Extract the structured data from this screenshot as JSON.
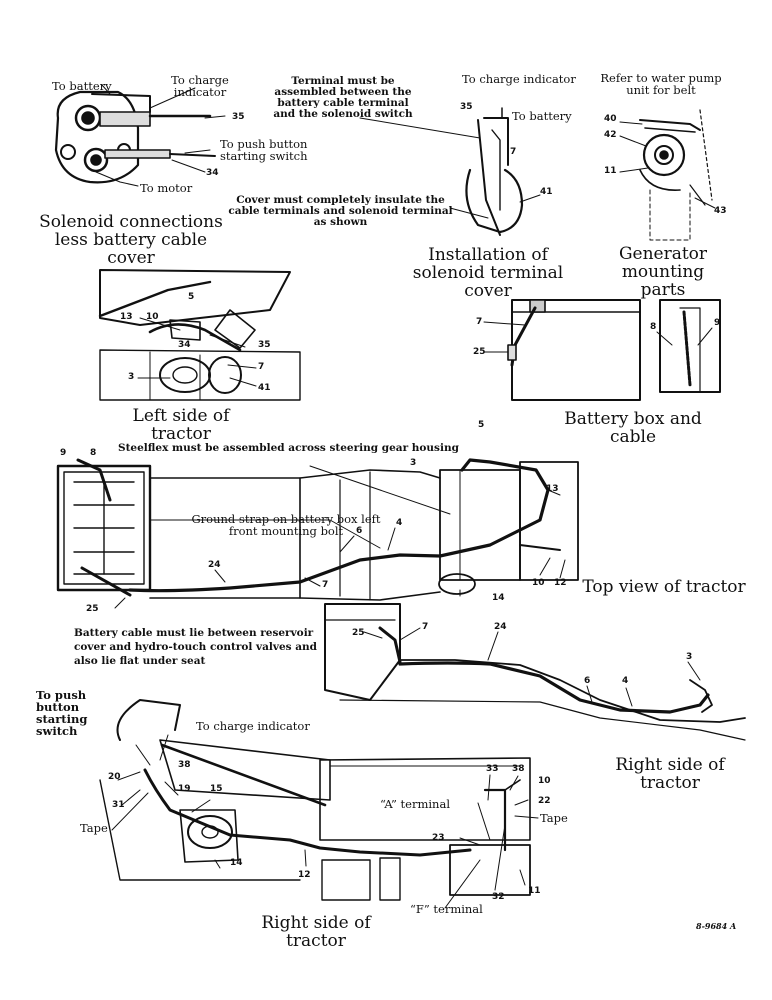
{
  "captions": {
    "solenoid_connections": "Solenoid connections less battery cable cover",
    "installation_cover": "Installation of solenoid terminal cover",
    "generator_parts": "Generator mounting parts",
    "left_side": "Left side of tractor",
    "battery_box": "Battery box and cable",
    "top_view": "Top view of tractor",
    "right_side_1": "Right side of tractor",
    "right_side_2": "Right side of tractor",
    "figure_code": "8-9684 A"
  },
  "labels": {
    "to_battery_1": "To battery",
    "to_charge_indicator_1": "To charge indicator",
    "to_push_button_1": "To push button starting switch",
    "to_motor": "To motor",
    "terminal_note": "Terminal must be assembled between the battery cable terminal and the solenoid switch",
    "to_charge_indicator_2": "To charge indicator",
    "to_battery_2": "To battery",
    "cover_note": "Cover must completely insulate the cable terminals and solenoid terminal as shown",
    "water_pump_note": "Refer to water pump unit for belt",
    "steelflex_note": "Steelflex must be assembled across steering gear housing",
    "ground_strap_note": "Ground strap on battery box left front mounting bolt",
    "battery_cable_note": "Battery cable must lie between reservoir cover and hydro-touch control valves and also lie flat under seat",
    "to_push_button_2": "To push button starting switch",
    "to_charge_indicator_3": "To charge indicator",
    "tape_1": "Tape",
    "tape_2": "Tape",
    "a_terminal": "“A” terminal",
    "f_terminal": "“F” terminal"
  },
  "callouts": {
    "c35a": "35",
    "c34a": "34",
    "c35b": "35",
    "c7a": "7",
    "c41a": "41",
    "c40": "40",
    "c42": "42",
    "c11a": "11",
    "c43": "43",
    "c13a": "13",
    "c10a": "10",
    "c5a": "5",
    "c34b": "34",
    "c35c": "35",
    "c7b": "7",
    "c3a": "3",
    "c41b": "41",
    "c7c": "7",
    "c25a": "25",
    "c8a": "8",
    "c9a": "9",
    "c9b": "9",
    "c8b": "8",
    "c5b": "5",
    "c3b": "3",
    "c13b": "13",
    "c6a": "6",
    "c4a": "4",
    "c24a": "24",
    "c7d": "7",
    "c25b": "25",
    "c10b": "10",
    "c12a": "12",
    "c14a": "14",
    "c25c": "25",
    "c7e": "7",
    "c24b": "24",
    "c3c": "3",
    "c6b": "6",
    "c4b": "4",
    "c20": "20",
    "c38a": "38",
    "c31": "31",
    "c19": "19",
    "c15": "15",
    "c14b": "14",
    "c12b": "12",
    "c33": "33",
    "c38b": "38",
    "c10c": "10",
    "c22": "22",
    "c23": "23",
    "c32": "32",
    "c11b": "11"
  }
}
